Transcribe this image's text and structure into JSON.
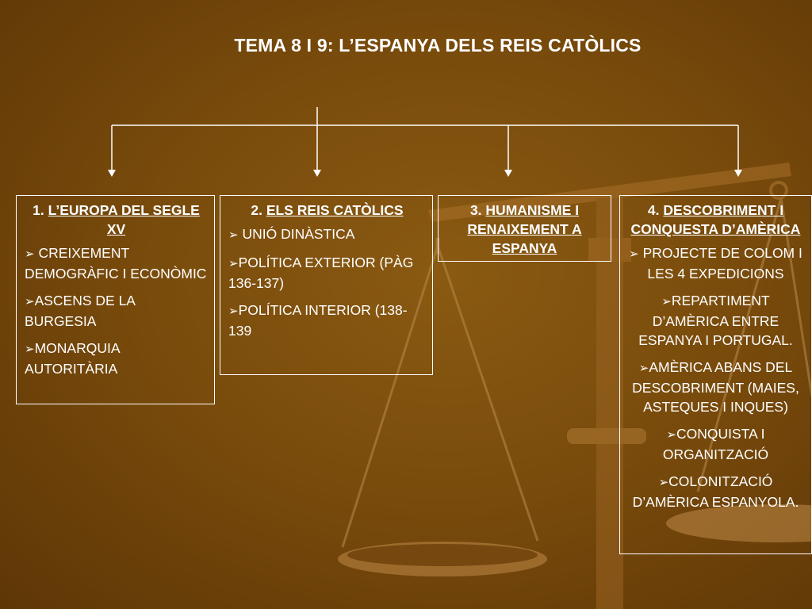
{
  "title": "TEMA 8 I 9: L’ESPANYA DELS REIS CATÒLICS",
  "bullet_icon": "arrow-right-icon",
  "boxes": [
    {
      "num": "1.",
      "heading": "L’EUROPA DEL SEGLE XV",
      "items": [
        "CREIXEMENT DEMOGRÀFIC I ECONÒMIC",
        "ASCENS DE LA BURGESIA",
        "MONARQUIA AUTORITÀRIA"
      ]
    },
    {
      "num": "2.",
      "heading": "ELS REIS CATÒLICS",
      "items": [
        "UNIÓ DINÀSTICA",
        "POLÍTICA EXTERIOR (PÀG 136-137)",
        "POLÍTICA INTERIOR (138-139"
      ]
    },
    {
      "num": "3.",
      "heading": "HUMANISME I RENAIXEMENT A ESPANYA",
      "items": []
    },
    {
      "num": "4.",
      "heading": "DESCOBRIMENT I CONQUESTA D’AMÈRICA",
      "items": [
        "PROJECTE DE COLOM I LES 4 EXPEDICIONS",
        "REPARTIMENT D’AMÈRICA ENTRE ESPANYA I PORTUGAL.",
        "AMÈRICA ABANS DEL DESCOBRIMENT (MAIES, ASTEQUES I INQUES)",
        "CONQUISTA I ORGANITZACIÓ",
        "COLONITZACIÓ D’AMÈRICA ESPANYOLA."
      ]
    }
  ]
}
